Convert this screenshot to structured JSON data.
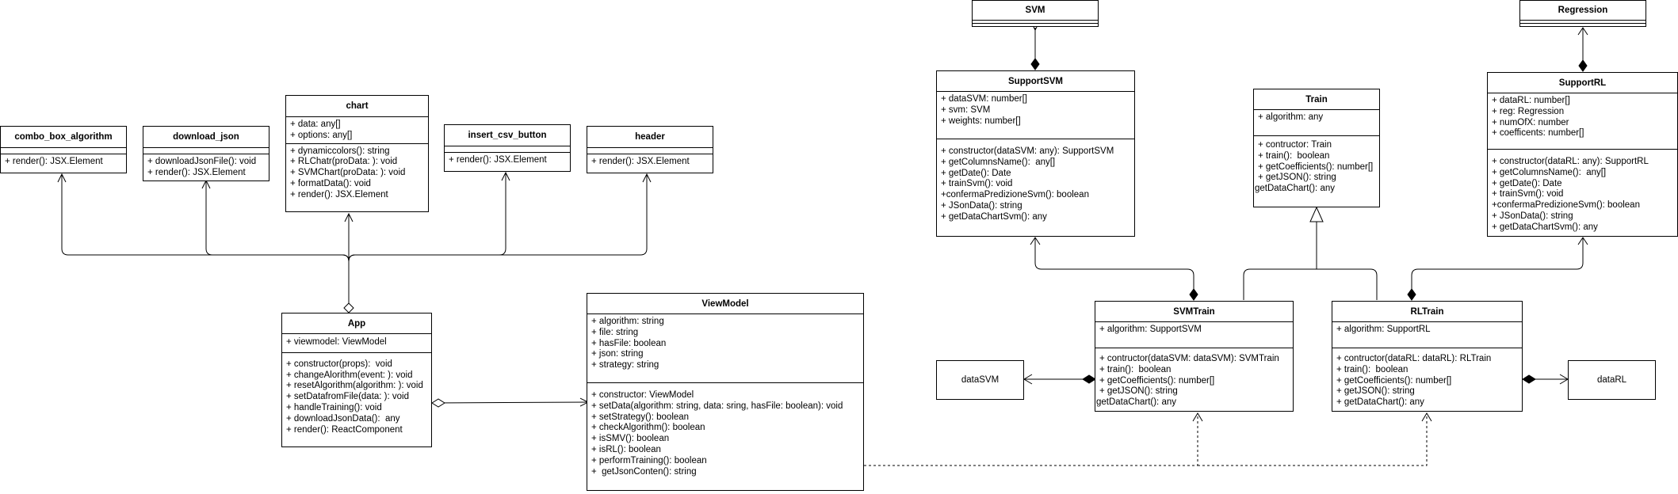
{
  "classes": {
    "combo": {
      "name": "combo_box_algorithm",
      "attributes": [],
      "methods": [
        "+ render(): JSX.Element"
      ]
    },
    "download": {
      "name": "download_json",
      "attributes": [],
      "methods": [
        "+ downloadJsonFile(): void",
        "+ render(): JSX.Element"
      ]
    },
    "chart": {
      "name": "chart",
      "attributes": [
        "+ data: any[]",
        "+ options: any[]"
      ],
      "methods": [
        "+ dynamiccolors(): string",
        "+ RLChatr(proData: ): void",
        "+ SVMChart(proData: ): void",
        "+ formatData(): void",
        "+ render(): JSX.Element"
      ]
    },
    "insertcsv": {
      "name": "insert_csv_button",
      "attributes": [],
      "methods": [
        "+ render(): JSX.Element"
      ]
    },
    "header": {
      "name": "header",
      "attributes": [],
      "methods": [
        "+ render(): JSX.Element"
      ]
    },
    "app": {
      "name": "App",
      "attributes": [
        "+ viewmodel: ViewModel"
      ],
      "methods": [
        "+ constructor(props):  void",
        "+ changeAlorithm(event: ): void",
        "+ resetAlgorithm(algorithm: ): void",
        "+ setDatafromFile(data: ): void",
        "+ handleTraining(): void",
        "+ downloadJsonData():  any",
        "+ render(): ReactComponent"
      ]
    },
    "viewmodel": {
      "name": "ViewModel",
      "attributes": [
        "+ algorithm: string",
        "+ file: string",
        "+ hasFile: boolean",
        "+ json: string",
        "+ strategy: string"
      ],
      "methods": [
        "+ constructor: ViewModel",
        "+ setData(algorithm: string, data: sring, hasFile: boolean): void",
        "+ setStrategy(): boolean",
        "+ checkAlgorithm(): boolean",
        "+ isSMV(): boolean",
        "+ isRL(): boolean",
        "+ performTraining(): boolean",
        "+  getJsonConten(): string"
      ]
    },
    "svm": {
      "name": "SVM",
      "attributes": [],
      "methods": []
    },
    "supportsvm": {
      "name": "SupportSVM",
      "attributes": [
        "+ dataSVM: number[]",
        "+ svm: SVM",
        "+ weights: number[]"
      ],
      "methods": [
        "+ constructor(dataSVM: any): SupportSVM",
        "+ getColumnsName():  any[]",
        "+ getDate(): Date",
        "+ trainSvm(): void",
        "+confermaPredizioneSvm(): boolean",
        "+ JSonData(): string",
        "+ getDataChartSvm(): any"
      ]
    },
    "train": {
      "name": "Train",
      "attributes": [
        "+ algorithm: any"
      ],
      "methods": [
        "+ contructor: Train",
        "+ train():  boolean",
        "+ getCoefficients(): number[]",
        "+ getJSON(): string",
        "getDataChart(): any"
      ]
    },
    "regression": {
      "name": "Regression",
      "attributes": [],
      "methods": []
    },
    "supportrl": {
      "name": "SupportRL",
      "attributes": [
        "+ dataRL: number[]",
        "+ reg: Regression",
        "+ numOfX: number",
        "+ coefficents: number[]"
      ],
      "methods": [
        "+ constructor(dataRL: any): SupportRL",
        "+ getColumnsName():  any[]",
        "+ getDate(): Date",
        "+ trainSvm(): void",
        "+confermaPredizioneSvm(): boolean",
        "+ JSonData(): string",
        "+ getDataChartSvm(): any"
      ]
    },
    "svmtrain": {
      "name": "SVMTrain",
      "attributes": [
        "+ algorithm: SupportSVM"
      ],
      "methods": [
        "+ contructor(dataSVM: dataSVM): SVMTrain",
        "+ train():  boolean",
        "+ getCoefficients(): number[]",
        "+ getJSON(): string",
        "getDataChart(): any"
      ]
    },
    "rltrain": {
      "name": "RLTrain",
      "attributes": [
        "+ algorithm: SupportRL"
      ],
      "methods": [
        "+ contructor(dataRL: dataRL): RLTrain",
        "+ train():  boolean",
        "+ getCoefficients(): number[]",
        "+ getJSON(): string",
        "+ getDataChart(): any"
      ]
    }
  },
  "boxes": {
    "datasvm": {
      "label": "dataSVM"
    },
    "datarl": {
      "label": "dataRL"
    }
  },
  "colors": {
    "line": "#000000",
    "fill": "#ffffff"
  }
}
